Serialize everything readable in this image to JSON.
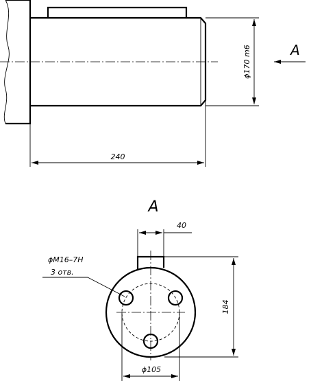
{
  "views": {
    "side": {
      "diameter_label": "ϕ170 m6",
      "length_label": "240",
      "view_marker": "A"
    },
    "end": {
      "view_title": "A",
      "key_width_label": "40",
      "thread_label": "ϕM16–7H",
      "holes_label": "3 отв.",
      "height_label": "184",
      "pcd_label": "ϕ105"
    }
  }
}
